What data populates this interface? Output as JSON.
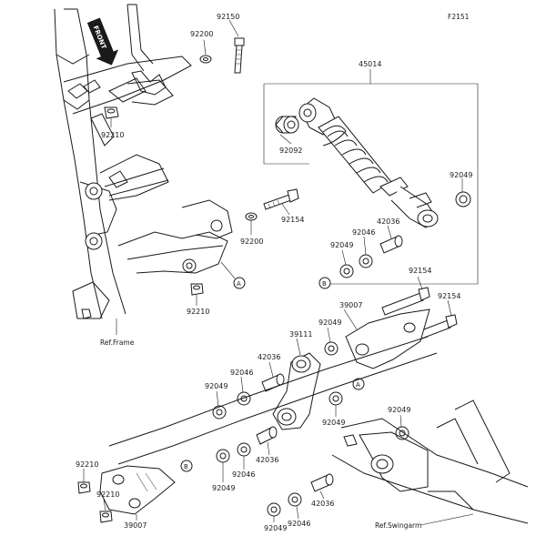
{
  "figure_id": "F2151",
  "front_label": "FRONT",
  "assembly_label": "45014",
  "refs": {
    "frame": "Ref.Frame",
    "swingarm": "Ref.Swingarm"
  },
  "callouts": {
    "a": "A",
    "b": "B"
  },
  "parts": [
    "92150",
    "92200",
    "92210",
    "92092",
    "92049",
    "92154",
    "92200",
    "42036",
    "92046",
    "92049",
    "92210",
    "92154",
    "39007",
    "92154",
    "92049",
    "39111",
    "42036",
    "92046",
    "92049",
    "92049",
    "92049",
    "42036",
    "92046",
    "92049",
    "92210",
    "92210",
    "39007",
    "92046",
    "42036",
    "92049"
  ]
}
